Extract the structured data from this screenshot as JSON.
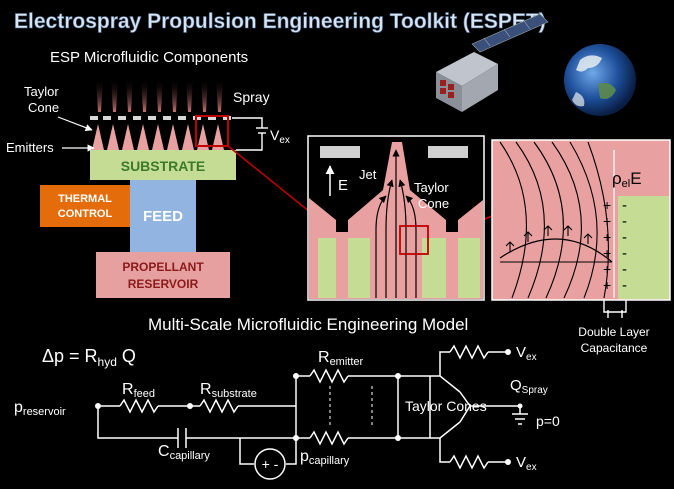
{
  "title": "Electrospray Propulsion Engineering  Toolkit (ESPET)",
  "components": {
    "heading": "ESP Microfluidic Components",
    "taylor_cone_label": [
      "Taylor",
      "Cone"
    ],
    "spray_label": "Spray",
    "emitters_label": "Emitters",
    "vex_label": "V",
    "vex_sub": "ex",
    "substrate_label": "SUBSTRATE",
    "thermal_label": [
      "THERMAL",
      "CONTROL"
    ],
    "feed_label": "FEED",
    "reservoir_label": [
      "PROPELLANT",
      "RESERVOIR"
    ]
  },
  "zoom1": {
    "e_label": "E",
    "jet_label": "Jet",
    "taylor_label": [
      "Taylor",
      "Cone"
    ]
  },
  "zoom2": {
    "rho_label": "ρ",
    "rho_sub": "el",
    "e_label": "E",
    "plus": [
      "+",
      "+",
      "+",
      "+",
      "+",
      "+"
    ],
    "minus": [
      "-",
      "-",
      "-",
      "-",
      "-",
      "-"
    ],
    "double_layer_label": [
      "Double Layer",
      "Capacitance"
    ]
  },
  "model_heading": "Multi-Scale Microfluidic  Engineering Model",
  "circuit": {
    "equation": "Δp = R",
    "equation_sub": "hyd",
    "equation_tail": " Q",
    "p_reservoir": "p",
    "p_reservoir_sub": "reservoir",
    "r_feed": "R",
    "r_feed_sub": "feed",
    "r_substrate": "R",
    "r_substrate_sub": "substrate",
    "r_emitter": "R",
    "r_emitter_sub": "emitter",
    "c_capillary": "C",
    "c_capillary_sub": "capillary",
    "p_capillary": "p",
    "p_capillary_sub": "capillary",
    "source_sign": "+ -",
    "taylor_cones": "Taylor Cones",
    "q_spray": "Q",
    "q_spray_sub": "Spray",
    "p_zero": "p=0",
    "vex_top": "V",
    "vex_top_sub": "ex",
    "vex_bottom": "V",
    "vex_bottom_sub": "ex"
  },
  "colors": {
    "substrate": "#c5dc94",
    "thermal": "#e46c0a",
    "feed": "#92b4e0",
    "reservoir": "#e6a0a0",
    "fluid": "#e9a0a0",
    "accent_red": "#c00000",
    "title": "#d8e4f0"
  }
}
